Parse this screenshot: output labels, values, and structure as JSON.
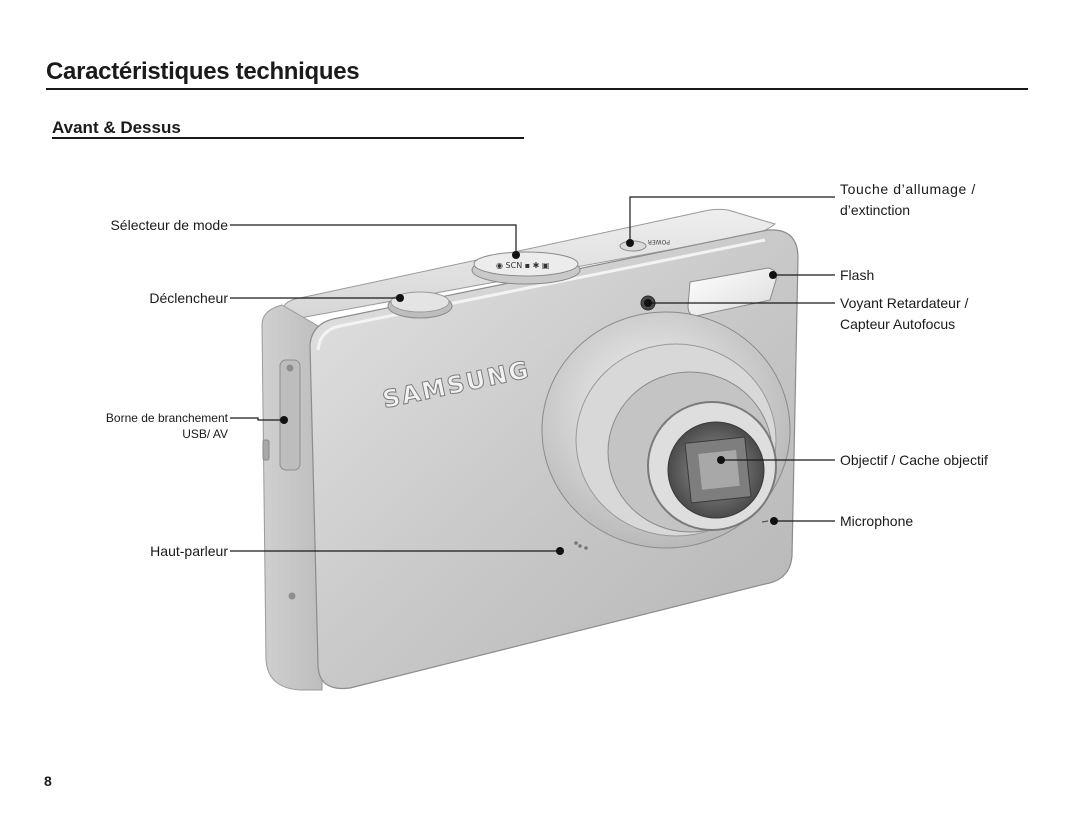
{
  "header": {
    "title": "Caractéristiques techniques",
    "subtitle": "Avant & Dessus"
  },
  "camera": {
    "brand_logo": "SAMSUNG",
    "power_label": "POWER"
  },
  "callouts": {
    "mode_selector": "Sélecteur de mode",
    "shutter": "Déclencheur",
    "usb_av_line1": "Borne de branchement",
    "usb_av_line2": "USB/ AV",
    "speaker": "Haut-parleur",
    "power_line1": "Touche d’allumage /",
    "power_line2": "d’extinction",
    "flash": "Flash",
    "self_timer_line1": "Voyant Retardateur /",
    "self_timer_line2": "Capteur Autofocus",
    "lens": "Objectif / Cache objectif",
    "microphone": "Microphone"
  },
  "footer": {
    "page_number": "8"
  }
}
